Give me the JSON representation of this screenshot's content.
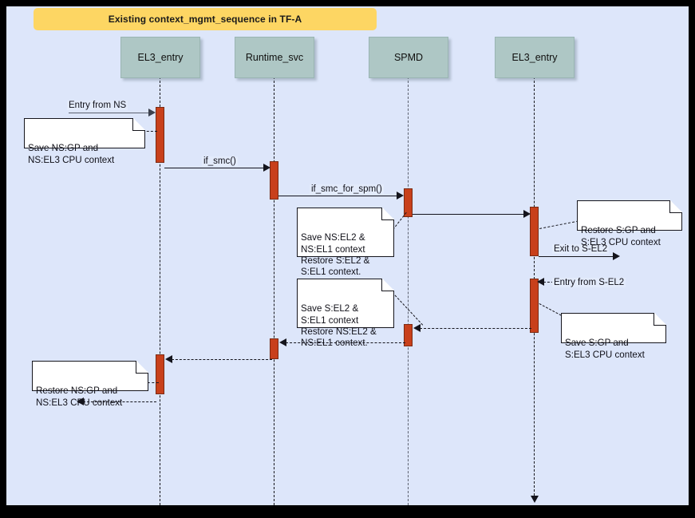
{
  "diagram": {
    "title": "Existing context_mgmt_sequence in TF-A",
    "type": "uml-sequence-diagram",
    "colors": {
      "canvas_background": "#dde6fa",
      "outer_border": "#000000",
      "title_banner": "#fdd663",
      "participant_box": "#aec7c5",
      "activation_bar": "#c8401b",
      "note_background": "#ffffff",
      "line": "#14141c"
    }
  },
  "participants": [
    {
      "id": "el3_entry_left",
      "label": "EL3_entry"
    },
    {
      "id": "runtime_svc",
      "label": "Runtime_svc"
    },
    {
      "id": "spmd",
      "label": "SPMD"
    },
    {
      "id": "el3_entry_right",
      "label": "EL3_entry"
    }
  ],
  "messages": [
    {
      "id": "m1",
      "label": "Entry from NS",
      "style": "solid-gray",
      "direction": "right"
    },
    {
      "id": "m2",
      "label": "if_smc()",
      "style": "solid",
      "direction": "right"
    },
    {
      "id": "m3",
      "label": "if_smc_for_spm()",
      "style": "solid",
      "direction": "right"
    },
    {
      "id": "m4",
      "label": "",
      "style": "solid",
      "direction": "right"
    },
    {
      "id": "m5",
      "label": "Exit to S-EL2",
      "style": "solid",
      "direction": "right"
    },
    {
      "id": "m6",
      "label": "Entry from S-EL2",
      "style": "dashed",
      "direction": "left"
    },
    {
      "id": "m7",
      "label": "",
      "style": "dashed",
      "direction": "left"
    },
    {
      "id": "m8",
      "label": "",
      "style": "dashed",
      "direction": "left"
    },
    {
      "id": "m9",
      "label": "",
      "style": "dashed",
      "direction": "left"
    }
  ],
  "notes": [
    {
      "id": "n1",
      "text": "Save NS:GP and\nNS:EL3 CPU context"
    },
    {
      "id": "n2",
      "text": "Save NS:EL2 &\nNS:EL1 context\nRestore S:EL2 &\nS:EL1 context."
    },
    {
      "id": "n3",
      "text": "Restore S:GP and\nS:EL3 CPU context"
    },
    {
      "id": "n4",
      "text": "Save S:EL2 &\nS:EL1 context\nRestore NS:EL2 &\nNS:EL1 context."
    },
    {
      "id": "n5",
      "text": "Save S:GP and\nS:EL3 CPU context"
    },
    {
      "id": "n6",
      "text": "Restore NS:GP and\nNS:EL3 CPU context"
    }
  ]
}
